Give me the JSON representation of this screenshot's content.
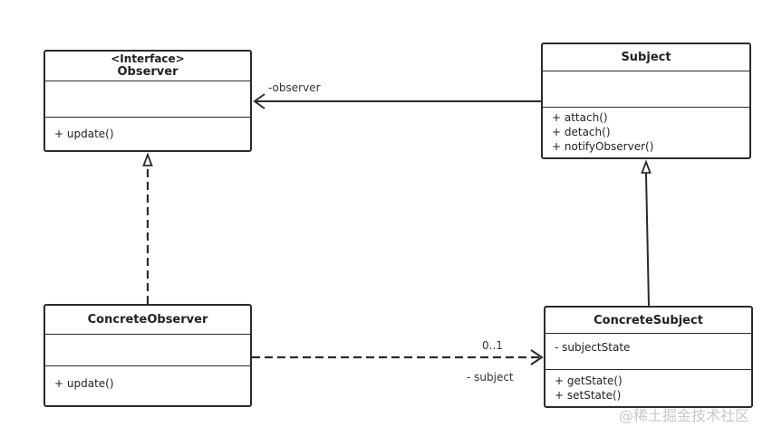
{
  "classes": {
    "observer": {
      "stereotype": "<Interface>",
      "name": "Observer",
      "attributes": [],
      "operations": [
        "+ update()"
      ]
    },
    "subject": {
      "name": "Subject",
      "attributes": [],
      "operations": [
        "+ attach()",
        "+ detach()",
        "+ notifyObserver()"
      ]
    },
    "concrete_observer": {
      "name": "ConcreteObserver",
      "attributes": [],
      "operations": [
        "+ update()"
      ]
    },
    "concrete_subject": {
      "name": "ConcreteSubject",
      "attributes": [
        "- subjectState"
      ],
      "operations": [
        "+ getState()",
        "+ setState()"
      ]
    }
  },
  "relations": {
    "subject_to_observer": {
      "kind": "association",
      "role": "-observer"
    },
    "concrete_observer_to_concrete_subject": {
      "kind": "dependency",
      "multiplicity": "0..1",
      "role": "- subject"
    },
    "concrete_observer_realizes_observer": {
      "kind": "realization"
    },
    "concrete_subject_extends_subject": {
      "kind": "generalization"
    }
  },
  "watermark": "@稀土掘金技术社区",
  "colors": {
    "line": "#2b2b2b",
    "watermark": "#c8c8c8"
  }
}
